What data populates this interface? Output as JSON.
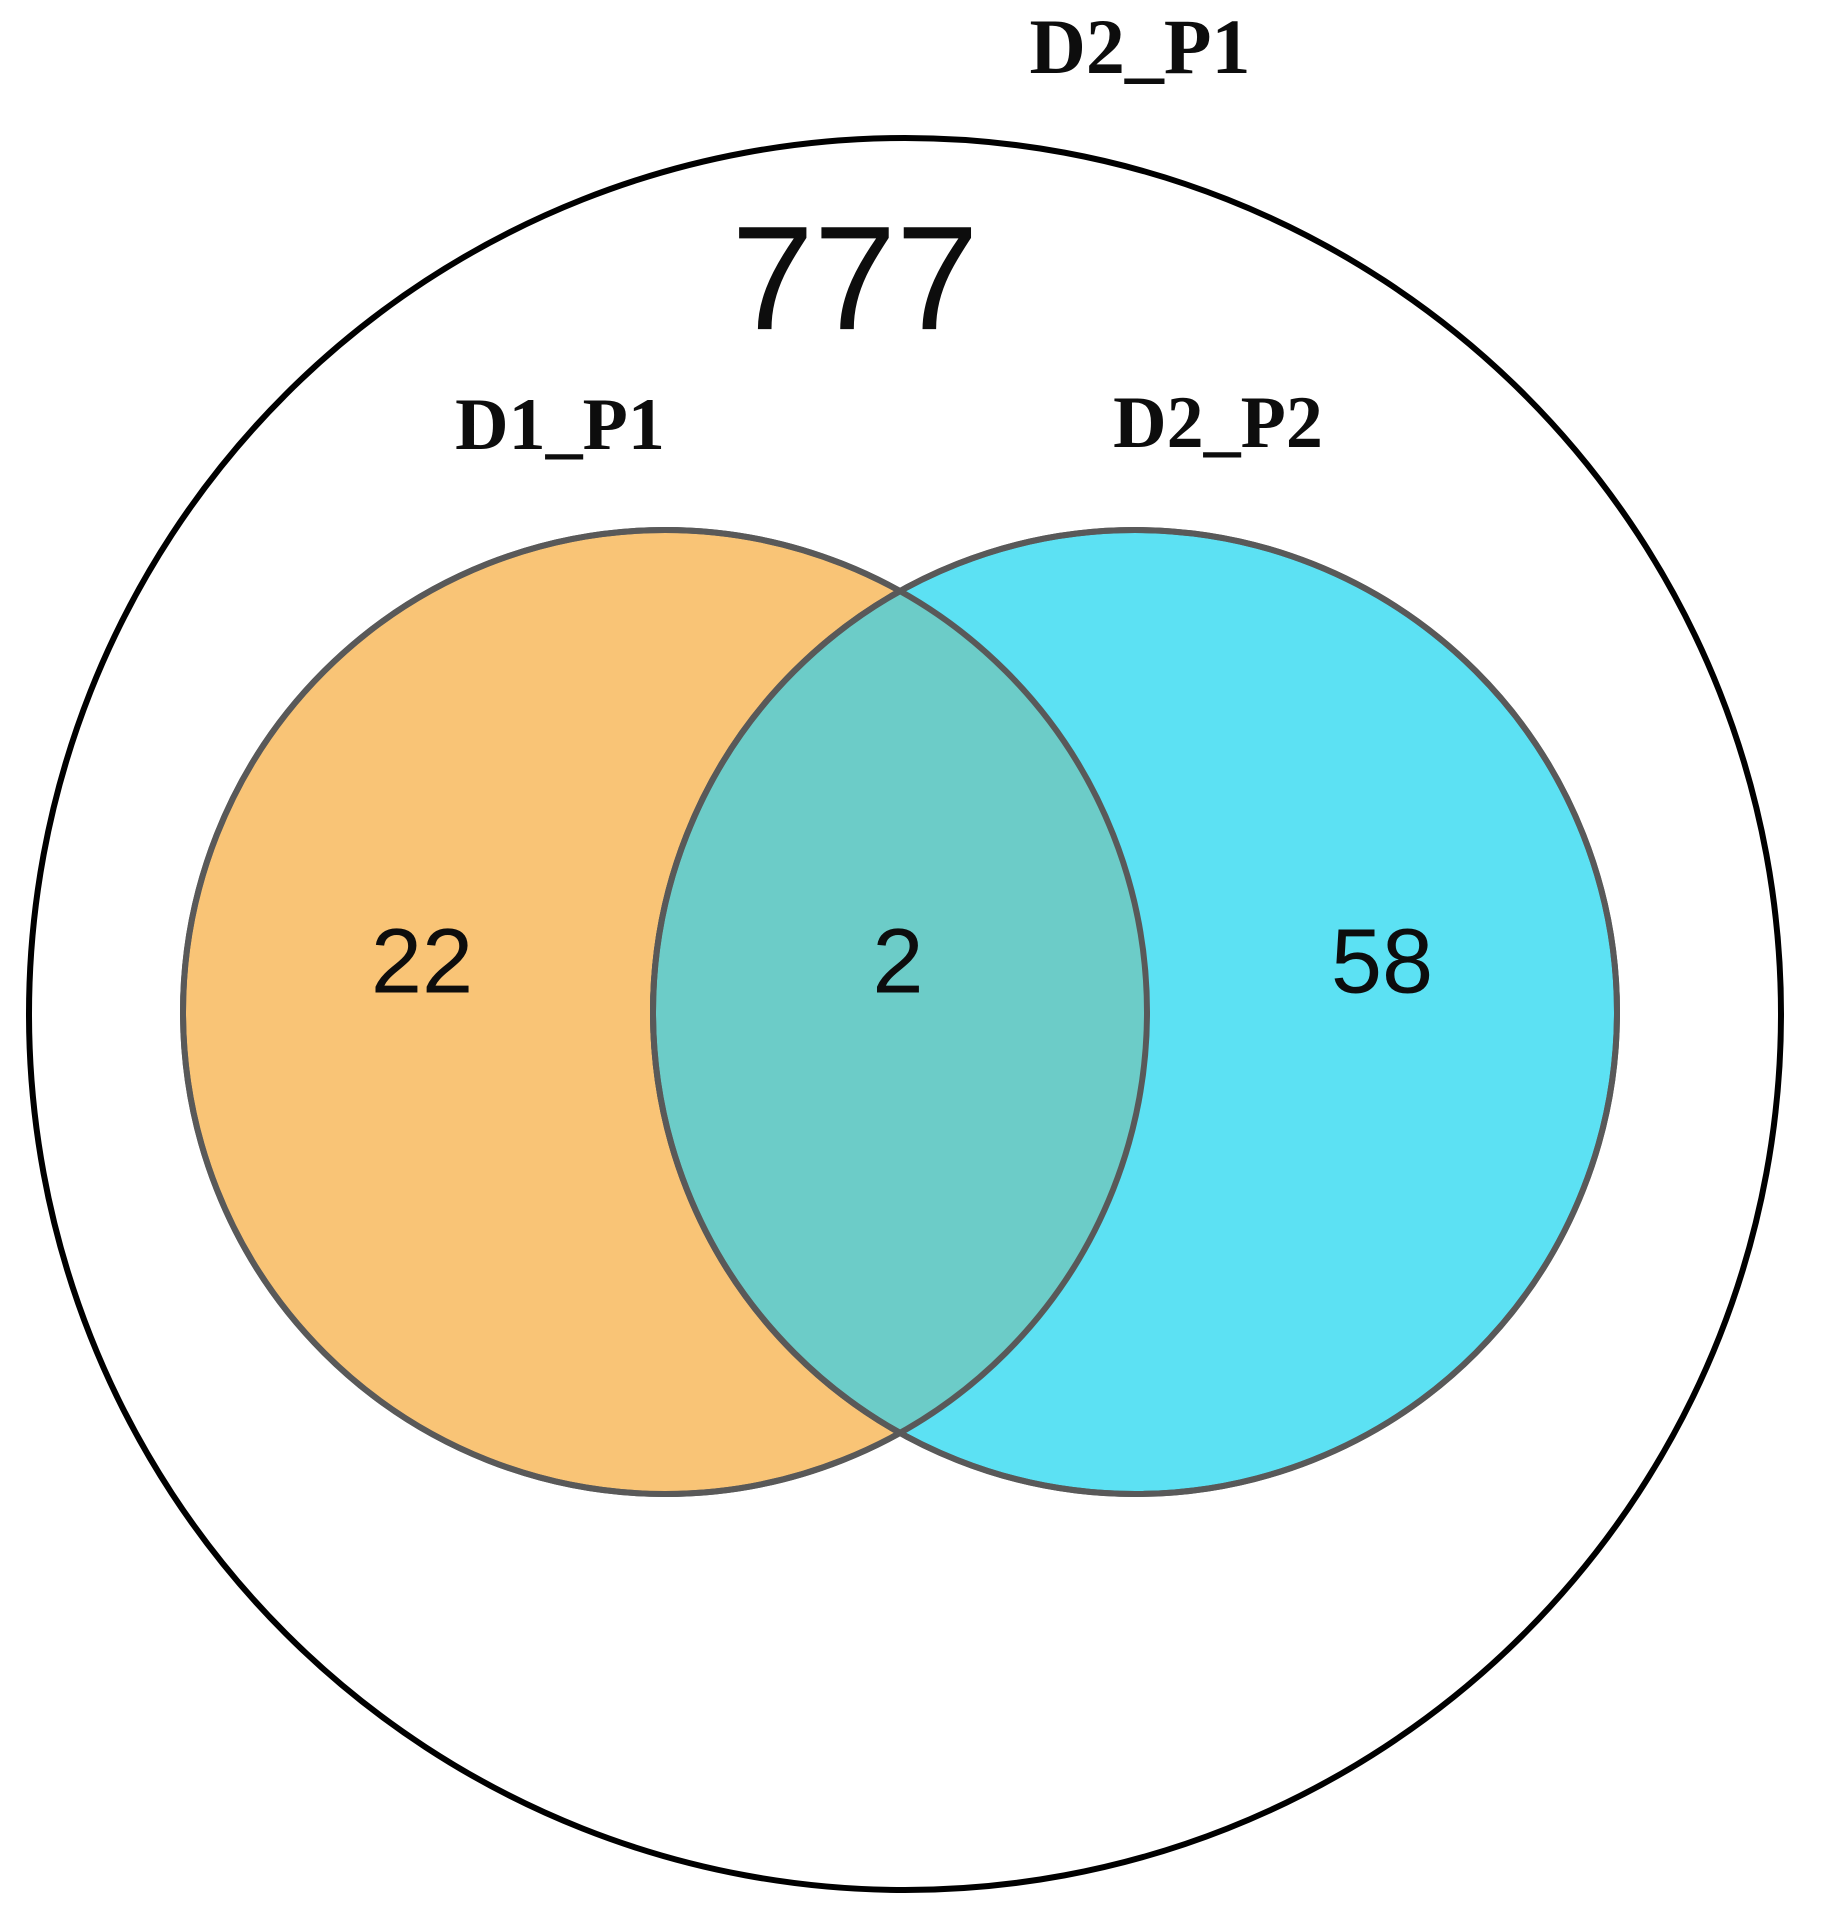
{
  "diagram": {
    "type": "venn",
    "title": "",
    "universe": {
      "name": "D2_P1",
      "label": "D2_P1",
      "count": "777",
      "fill": "#ffffff",
      "stroke": "#000000"
    },
    "sets": [
      {
        "id": "left",
        "name": "D1_P1",
        "label": "D1_P1",
        "count": "22",
        "fill": "#f9c476",
        "stroke": "#595959"
      },
      {
        "id": "right",
        "name": "D2_P2",
        "label": "D2_P2",
        "count": "58",
        "fill": "#5ce1f3",
        "stroke": "#595959"
      }
    ],
    "intersection": {
      "name": "D1_P1 and D2_P2",
      "count": "2",
      "fill": "#6cccc8",
      "stroke": "#595959"
    }
  },
  "chart_data": {
    "type": "venn",
    "title": "",
    "sets": [
      "D1_P1",
      "D2_P2"
    ],
    "universe": "D2_P1",
    "region_labels": [
      "D1_P1 only",
      "D1_P1 ∩ D2_P2",
      "D2_P2 only",
      "Universe only (D2_P1)"
    ],
    "values": [
      22,
      2,
      58,
      777
    ],
    "categories": [
      "22",
      "2",
      "58",
      "777"
    ],
    "colors": [
      "#f9c476",
      "#6cccc8",
      "#5ce1f3",
      "#ffffff"
    ],
    "legend_position": "inline-labels",
    "grid": false
  }
}
